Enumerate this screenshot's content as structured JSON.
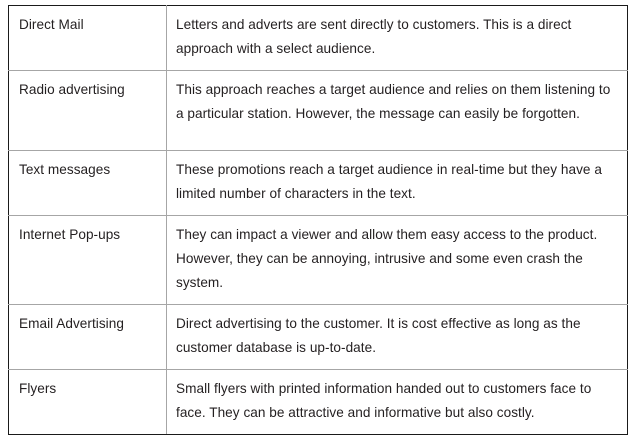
{
  "document": {
    "type": "table",
    "background_color": "#ffffff",
    "text_color": "#231f20",
    "outer_border_color": "#1a1a1a",
    "inner_border_color": "#a6a6a6"
  },
  "table": {
    "columns": 2,
    "rows": [
      {
        "method": "Direct Mail",
        "description": "Letters and adverts are sent directly to customers. This is a direct approach with a select audience."
      },
      {
        "method": "Radio advertising",
        "description": "This approach reaches a target audience and relies on them listening to a particular station. However, the message can easily be forgotten."
      },
      {
        "method": "Text messages",
        "description": "These promotions reach a target audience in real-time but they have a limited number of characters in the text."
      },
      {
        "method": "Internet Pop-ups",
        "description": "They can impact a viewer and allow them easy access to the product. However, they can be annoying, intrusive and some even crash the system."
      },
      {
        "method": "Email Advertising",
        "description": "Direct advertising to the customer. It is cost effective as long as the customer database is up-to-date."
      },
      {
        "method": "Flyers",
        "description": "Small flyers with printed information handed out to customers face to face. They can be attractive and informative but also costly."
      }
    ]
  }
}
